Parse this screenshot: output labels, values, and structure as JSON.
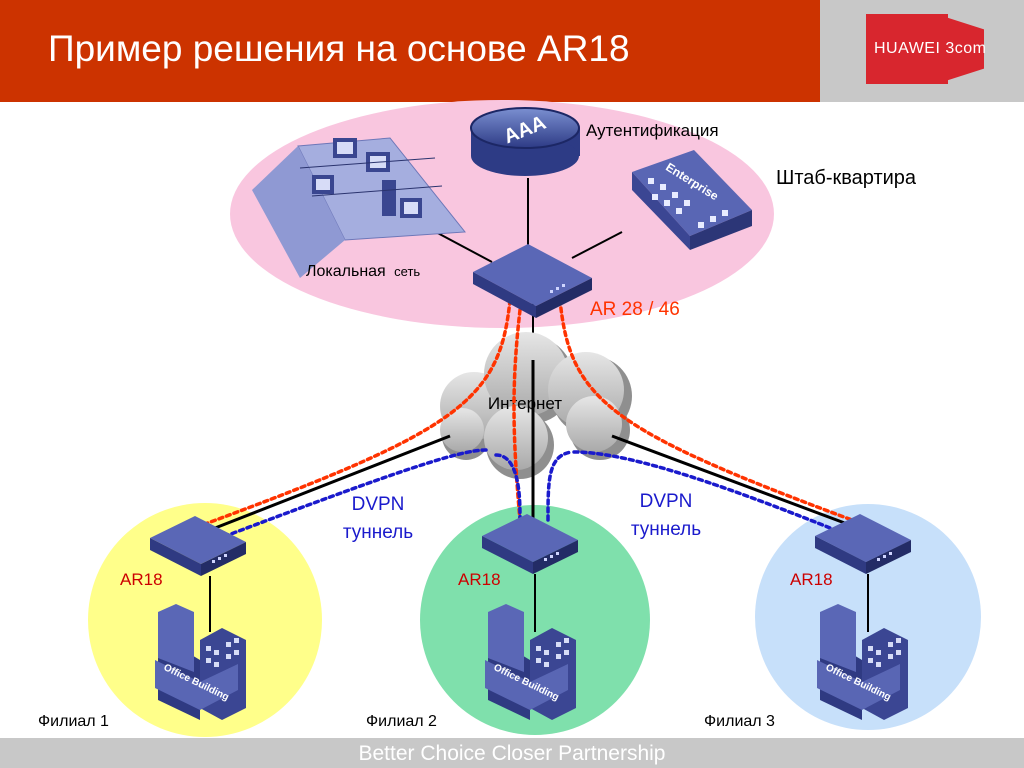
{
  "header": {
    "title": "Пример решения на основе AR18"
  },
  "logo": {
    "text": "HUAWEI 3com"
  },
  "footer": {
    "slogan": "Better Choice Closer Partnership"
  },
  "colors": {
    "header_bg": "#cc3300",
    "red_tunnel": "#ff3300",
    "blue_tunnel": "#1a1acc",
    "hq_zone": "#f9c6df",
    "branch1_zone": "#ffff8a",
    "branch2_zone": "#7fe0ac",
    "branch3_zone": "#c7e0fa"
  },
  "hq": {
    "aaa_icon_text": "AAA",
    "auth_label": "Аутентификация",
    "hq_label": "Штаб-квартира",
    "lan_label_main": "Локальная",
    "lan_label_small": "сеть",
    "enterprise_icon_text": "Enterprise",
    "router_label": "AR 28 / 46"
  },
  "internet": {
    "label": "Интернет"
  },
  "tunnels": [
    {
      "line1": "DVPN",
      "line2": "туннель"
    },
    {
      "line1": "DVPN",
      "line2": "туннель"
    }
  ],
  "branches": [
    {
      "router_label": "AR18",
      "branch_label": "Филиал 1",
      "building_text": "Office Building"
    },
    {
      "router_label": "AR18",
      "branch_label": "Филиал 2",
      "building_text": "Office Building"
    },
    {
      "router_label": "AR18",
      "branch_label": "Филиал 3",
      "building_text": "Office Building"
    }
  ]
}
